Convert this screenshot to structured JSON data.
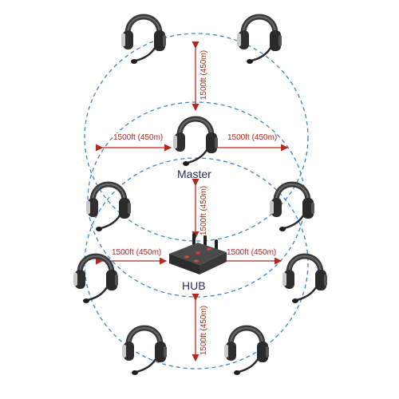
{
  "diagram": {
    "master_label": "Master",
    "hub_label": "HUB",
    "distances": {
      "top_vertical": "1500ft (450m)",
      "master_left": "1500ft (450m)",
      "master_right": "1500ft (450m)",
      "center_vertical": "1500ft (450m)",
      "hub_left": "1500ft (450m)",
      "hub_right": "1500ft (450m)",
      "bottom_vertical": "1500ft (450m)"
    },
    "headsets": [
      "top-left",
      "top-right",
      "master",
      "mid-left",
      "mid-right",
      "lower-left",
      "lower-right",
      "bottom-left",
      "bottom-right"
    ],
    "colors": {
      "label_red": "#b02a20",
      "caption_navy": "#22315e",
      "link_blue": "#3a86c8",
      "hub_light_red": "#e0443a"
    }
  }
}
